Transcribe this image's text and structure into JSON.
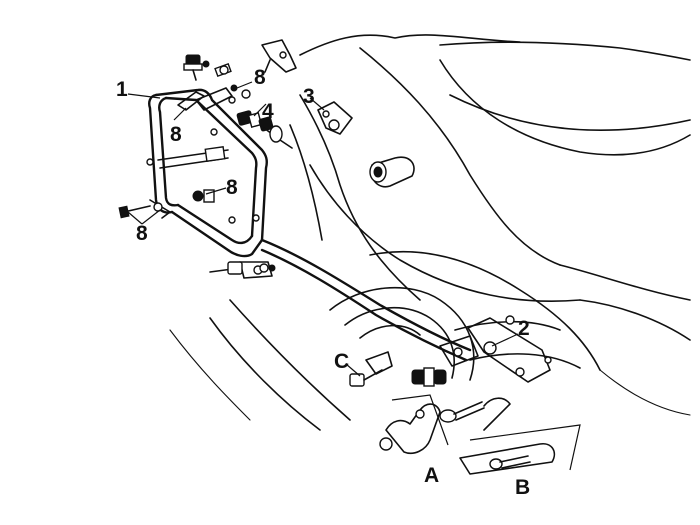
{
  "callouts": {
    "frame": "1",
    "bracket_rear": "2",
    "clamp": "3",
    "spacer": "4",
    "screw_top": "8",
    "screw_frame_top": "8",
    "screw_frame_mid": "8",
    "screw_left": "8",
    "part_a": "A",
    "part_b": "B",
    "part_c": "C"
  },
  "colors": {
    "ink": "#111111",
    "paper": "#ffffff"
  }
}
